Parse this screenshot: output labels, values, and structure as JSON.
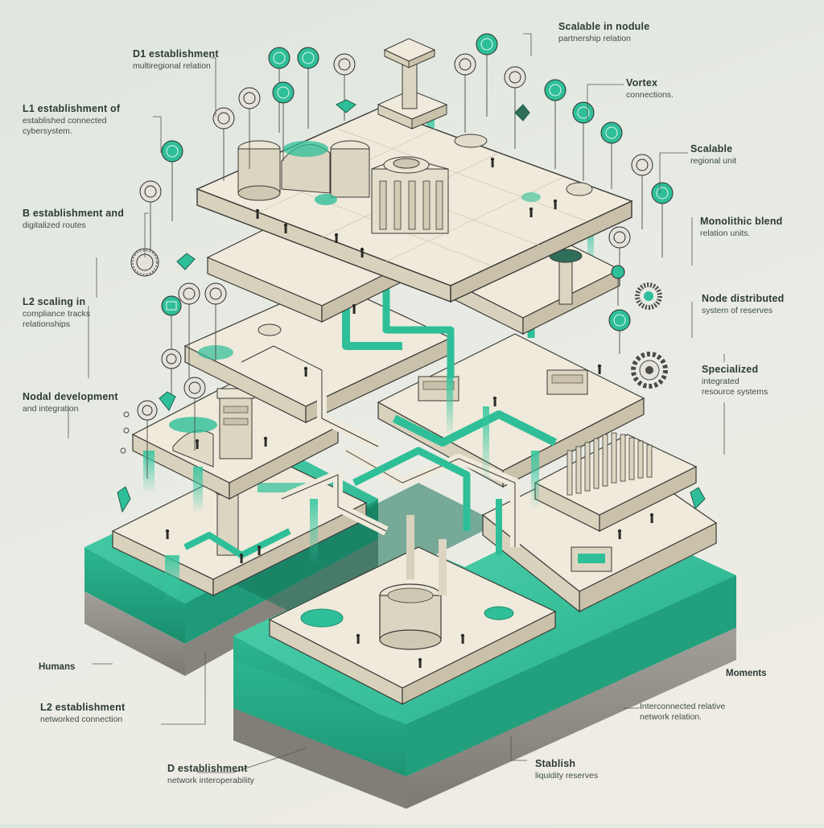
{
  "labels": {
    "top_left_1": {
      "line1": "D1 establishment",
      "line2": "multiregional relation"
    },
    "left_2": {
      "line1": "L1 establishment of",
      "line2": "established connected",
      "line3": "cybersystem."
    },
    "left_3": {
      "line1": "B establishment and",
      "line2": "digitalized routes"
    },
    "left_4": {
      "line1": "L2 scaling in",
      "line2": "compliance tracks",
      "line3": "relationships"
    },
    "left_5": {
      "line1": "Nodal development",
      "line2": "and integration"
    },
    "left_humans": {
      "line1": "Humans"
    },
    "left_6": {
      "line1": "L2 establishment",
      "line2": "networked connection"
    },
    "bottom_left": {
      "line1": "D establishment",
      "line2": "network interoperability"
    },
    "top_right_1": {
      "line1": "Scalable in nodule",
      "line2": "partnership relation"
    },
    "right_2": {
      "line1": "Vortex",
      "line2": "connections."
    },
    "right_3": {
      "line1": "Scalable",
      "line2": "regional unit"
    },
    "right_4": {
      "line1": "Monolithic blend",
      "line2": "relation units."
    },
    "right_5": {
      "line1": "Node distributed",
      "line2": "system of reserves"
    },
    "right_6": {
      "line1": "Specialized",
      "line2": "integrated",
      "line3": "resource systems"
    },
    "right_moments": {
      "line1": "Moments"
    },
    "right_7": {
      "line1": "Interconnected relative",
      "line2": "network relation."
    },
    "bottom_mid": {
      "line1": "Stablish",
      "line2": "liquidity reserves"
    }
  },
  "colors": {
    "teal": "#2fbf98",
    "teal_dark": "#1c8f70",
    "cream": "#efeadb",
    "cream_side": "#d8d1bc",
    "ink": "#3a3a36",
    "earth": "#8f8d86"
  },
  "icons": [
    "coin-icon",
    "gear-icon",
    "lock-icon",
    "person-icon",
    "pillar-icon"
  ]
}
